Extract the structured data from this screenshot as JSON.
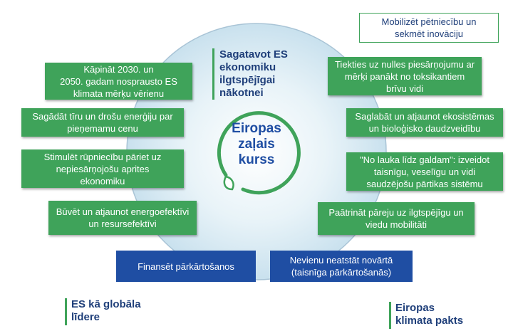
{
  "center": {
    "line1": "Eiropas",
    "line2": "zaļais",
    "line3": "kurss"
  },
  "top_heading": {
    "line1": "Sagatavot ES",
    "line2": "ekonomiku",
    "line3": "ilgtspējīgai",
    "line4": "nākotnei"
  },
  "top_right_box": {
    "line1": "Mobilizēt pētniecību un",
    "line2": "sekmēt inovāciju"
  },
  "left_boxes": [
    {
      "line1": "Kāpināt 2030. un",
      "line2": "2050. gadam nosprausto ES",
      "line3": "klimata mērķu vērienu"
    },
    {
      "line1": "Sagādāt tīru un drošu enerģiju par",
      "line2": "pieņemamu cenu"
    },
    {
      "line1": "Stimulēt rūpniecību pāriet uz",
      "line2": "nepiesārņojošu aprites",
      "line3": "ekonomiku"
    },
    {
      "line1": "Būvēt un atjaunot energoefektīvi",
      "line2": "un resursefektīvi"
    }
  ],
  "right_boxes": [
    {
      "line1": "Tiekties uz nulles piesārņojumu ar",
      "line2": "mērķi panākt no toksikantiem",
      "line3": "brīvu vidi"
    },
    {
      "line1": "Saglabāt un atjaunot ekosistēmas",
      "line2": "un bioloģisko daudzveidību"
    },
    {
      "line1": "\"No lauka līdz galdam\": izveidot",
      "line2": "taisnīgu, veselīgu un vidi",
      "line3": "saudzējošu pārtikas sistēmu"
    },
    {
      "line1": "Paātrināt pāreju uz ilgtspējīgu un",
      "line2": "viedu mobilitāti"
    }
  ],
  "bottom_boxes": [
    {
      "label": "Finansēt pārkārtošanos"
    },
    {
      "line1": "Nevienu neatstāt novārtā",
      "line2": "(taisnīga pārkārtošanās)"
    }
  ],
  "bottom_left_heading": {
    "line1": "ES kā globāla",
    "line2": "līdere"
  },
  "bottom_right_heading": {
    "line1": "Eiropas",
    "line2": "klimata pakts"
  },
  "colors": {
    "green": "#3fa35a",
    "blue": "#1f4ea3",
    "navy": "#1f3f7a",
    "circle": "#d3e7f1"
  }
}
